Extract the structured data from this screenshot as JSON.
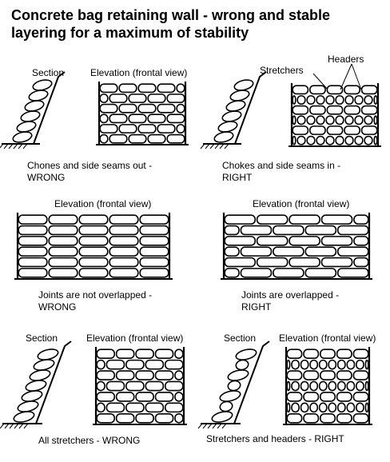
{
  "title": "Concrete bag retaining wall - wrong and stable layering for a maximum of stability",
  "labels": {
    "section": "Section",
    "elevation": "Elevation (frontal view)",
    "stretchers": "Stretchers",
    "headers": "Headers"
  },
  "captions": {
    "row1_left": "Chones and side seams out - WRONG",
    "row1_right": "Chokes and side seams in - RIGHT",
    "row2_left": "Joints are not overlapped - WRONG",
    "row2_right": "Joints are overlapped - RIGHT",
    "row3_left": "All stretchers - WRONG",
    "row3_right": "Stretchers and headers - RIGHT"
  },
  "colors": {
    "ink": "#000000",
    "paper": "#ffffff"
  }
}
